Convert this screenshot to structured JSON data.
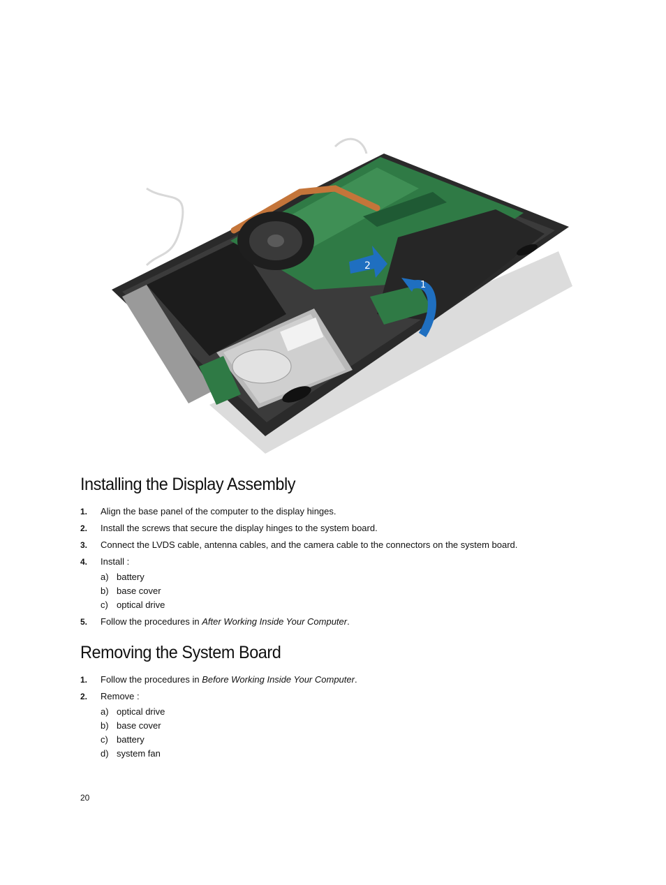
{
  "section1": {
    "title": "Installing the Display Assembly",
    "steps": [
      {
        "num": "1.",
        "text": "Align the base panel of the computer to the display hinges."
      },
      {
        "num": "2.",
        "text": "Install the screws that secure the display hinges to the system board."
      },
      {
        "num": "3.",
        "text": "Connect the LVDS cable, antenna cables, and the camera cable to the connectors on the system board."
      },
      {
        "num": "4.",
        "text": "Install :",
        "sub": [
          {
            "ltr": "a)",
            "text": "battery"
          },
          {
            "ltr": "b)",
            "text": "base cover"
          },
          {
            "ltr": "c)",
            "text": "optical drive"
          }
        ]
      },
      {
        "num": "5.",
        "text": "Follow the procedures in ",
        "link": "After Working Inside Your Computer",
        "tail": "."
      }
    ]
  },
  "section2": {
    "title": "Removing the System Board",
    "steps": [
      {
        "num": "1.",
        "text": "Follow the procedures in ",
        "link": "Before Working Inside Your Computer",
        "tail": "."
      },
      {
        "num": "2.",
        "text": "Remove :",
        "sub": [
          {
            "ltr": "a)",
            "text": "optical drive"
          },
          {
            "ltr": "b)",
            "text": "base cover"
          },
          {
            "ltr": "c)",
            "text": "battery"
          },
          {
            "ltr": "d)",
            "text": "system fan"
          }
        ]
      }
    ]
  },
  "figure": {
    "callouts": [
      "1",
      "2"
    ]
  },
  "footer": {
    "page_number": "20"
  },
  "colors": {
    "board": "#2f7a45",
    "arrow": "#1f6fc0",
    "chassis": "#2a2a2a"
  }
}
